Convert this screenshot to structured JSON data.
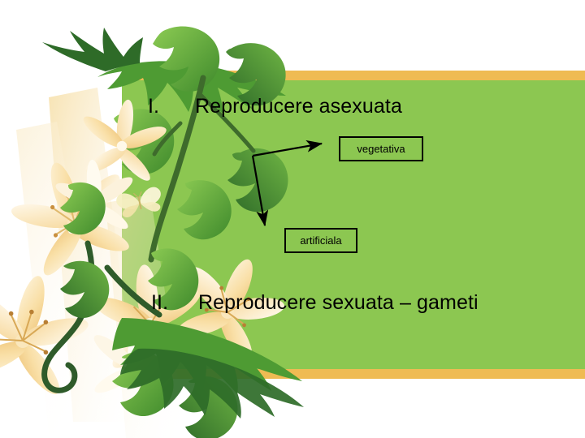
{
  "slide": {
    "background_color": "#ffffff",
    "panel_color": "#8CC751",
    "band_color": "#EFBB53",
    "text_color": "#000000"
  },
  "headings": [
    {
      "numeral": "I.",
      "text": "Reproducere asexuata"
    },
    {
      "numeral": "II.",
      "text": "Reproducere sexuata – gameti"
    }
  ],
  "label_boxes": [
    {
      "text": "vegetativa"
    },
    {
      "text": "artificiala"
    }
  ],
  "connectors": [
    {
      "name": "arrow-to-vegetativa",
      "from": "branch-vertex",
      "to": "vegetativa"
    },
    {
      "name": "arrow-to-artificiala",
      "from": "branch-vertex",
      "to": "artificiala"
    }
  ],
  "decoration": {
    "name": "floral-border",
    "elements": [
      "lily-flowers",
      "ivy-leaves",
      "fern-fronds",
      "butterfly",
      "light-rays",
      "vine-tendril"
    ],
    "colors": {
      "petal_light": "#FDF0D2",
      "petal": "#F8DFA8",
      "petal_deep": "#F2C97E",
      "leaf_light": "#7FBF4B",
      "leaf": "#4E9B33",
      "leaf_dark": "#2E6B28",
      "stem": "#2F5B2A",
      "ray": "#F7E2B0"
    }
  }
}
